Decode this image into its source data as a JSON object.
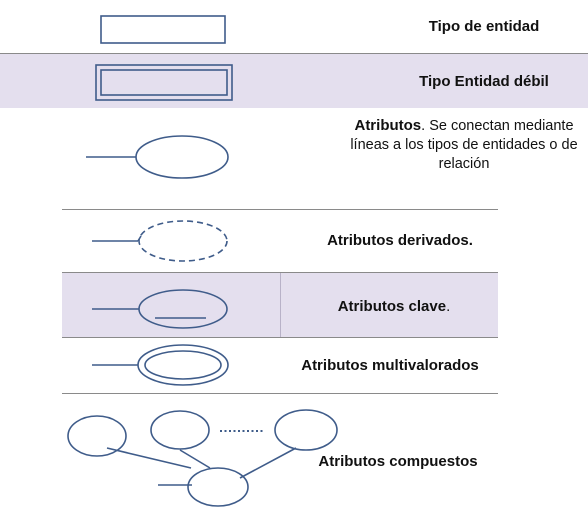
{
  "rows": {
    "entity_type": {
      "label": "Tipo de entidad"
    },
    "weak_entity_type": {
      "label": "Tipo Entidad débil"
    },
    "attributes": {
      "label": "Atributos",
      "description": ". Se conectan mediante líneas a los tipos de entidades o de relación"
    },
    "derived_attributes": {
      "label": "Atributos derivados."
    },
    "key_attributes": {
      "label": "Atributos clave",
      "suffix": "."
    },
    "multivalued_attributes": {
      "label": "Atributos multivalorados"
    },
    "composite_attributes": {
      "label": "Atributos compuestos"
    }
  },
  "colors": {
    "shape_stroke": "#3f5c8a",
    "band_fill": "#e4dfee",
    "text": "#111111"
  }
}
